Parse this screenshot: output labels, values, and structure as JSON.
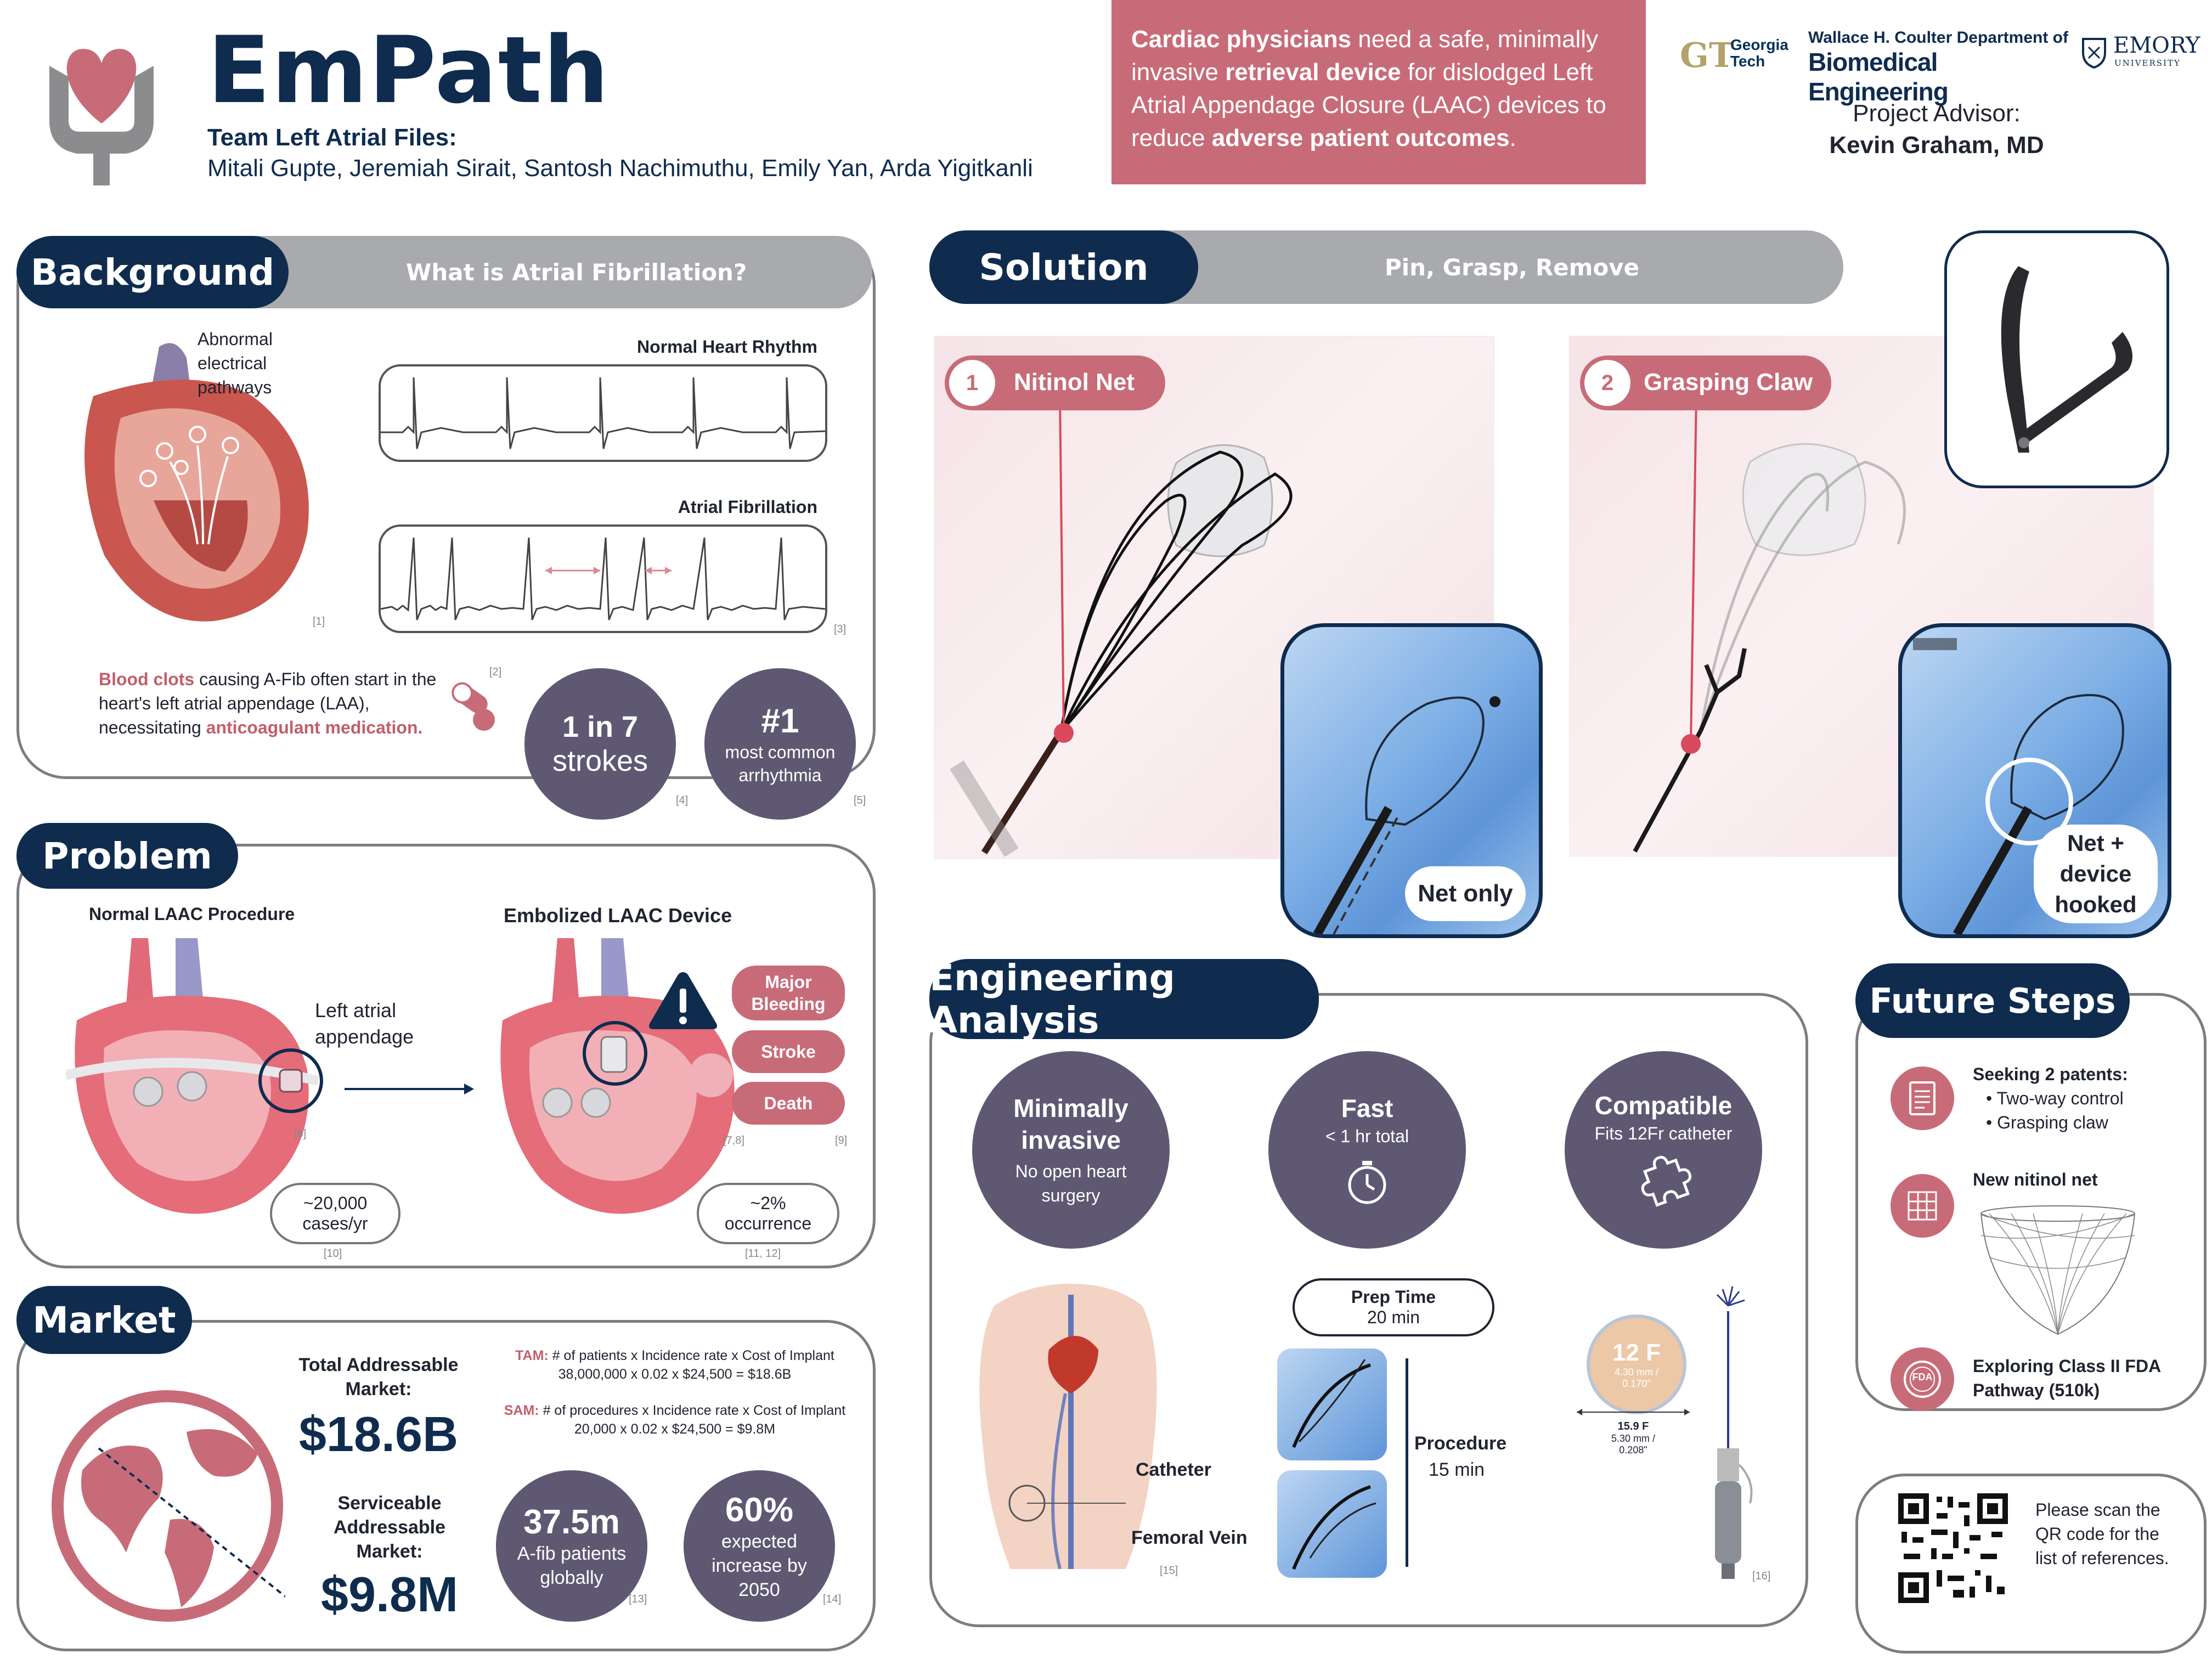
{
  "header": {
    "title": "EmPath",
    "team_label": "Team Left Atrial Files:",
    "members": "Mitali Gupte, Jeremiah Sirait, Santosh Nachimuthu, Emily Yan, Arda Yigitkanli",
    "need_statement": {
      "part1": "Cardiac physicians",
      "part2": " need a safe, minimally invasive ",
      "part3": "retrieval device",
      "part4": " for dislodged Left Atrial Appendage Closure (LAAC) devices to reduce ",
      "part5": "adverse patient outcomes",
      "part6": "."
    },
    "logos": {
      "gt_line1": "Georgia",
      "gt_line2": "Tech",
      "coulter_line1": "Wallace H. Coulter Department of",
      "coulter_line2": "Biomedical Engineering",
      "emory_line1": "EMORY",
      "emory_line2": "UNIVERSITY"
    },
    "advisor_label": "Project Advisor:",
    "advisor_name": "Kevin Graham, MD"
  },
  "background": {
    "heading": "Background",
    "subheading": "What is Atrial Fibrillation?",
    "heart_caption": "Abnormal electrical pathways",
    "ref1": "[1]",
    "normal_label": "Normal Heart Rhythm",
    "afib_label": "Atrial Fibrillation",
    "ref3": "[3]",
    "ref2": "[2]",
    "clots_part1": "Blood clots",
    "clots_part2": " causing A-Fib often start in the heart's left atrial appendage (LAA), necessitating ",
    "clots_part3": "anticoagulant medication.",
    "stat1_big": "1 in 7",
    "stat1_small": "strokes",
    "ref4": "[4]",
    "stat2_big": "#1",
    "stat2_small": "most common arrhythmia",
    "ref5": "[5]"
  },
  "problem": {
    "heading": "Problem",
    "normal_title": "Normal LAAC Procedure",
    "embolized_title": "Embolized LAAC Device",
    "laa_label": "Left atrial appendage",
    "ref6": "[6]",
    "ref78": "[7,8]",
    "ref9": "[9]",
    "outcomes": [
      "Major Bleeding",
      "Stroke",
      "Death"
    ],
    "cases_value": "~20,000",
    "cases_unit": "cases/yr",
    "ref10": "[10]",
    "occurrence_value": "~2%",
    "occurrence_unit": "occurrence",
    "ref1112": "[11, 12]"
  },
  "market": {
    "heading": "Market",
    "tam_label": "Total Addressable Market:",
    "tam_value": "$18.6B",
    "sam_label": "Serviceable Addressable Market:",
    "sam_value": "$9.8M",
    "tam_formula_label": "TAM:",
    "tam_formula": " # of patients x Incidence rate x Cost of Implant",
    "tam_calc": "38,000,000 x 0.02 x $24,500 = $18.6B",
    "sam_formula_label": "SAM:",
    "sam_formula": " # of procedures x Incidence rate x Cost of Implant",
    "sam_calc": "20,000 x 0.02 x $24,500 = $9.8M",
    "stat1_big": "37.5m",
    "stat1_small": "A-fib patients globally",
    "ref13": "[13]",
    "stat2_big": "60%",
    "stat2_small": "expected increase by 2050",
    "ref14": "[14]"
  },
  "solution": {
    "heading": "Solution",
    "subheading": "Pin, Grasp, Remove",
    "step1_num": "1",
    "step1_label": "Nitinol Net",
    "step2_num": "2",
    "step2_label": "Grasping Claw",
    "xray1_label": "Net only",
    "xray2_label": "Net + device hooked"
  },
  "engineering": {
    "heading": "Engineering Analysis",
    "c1_title": "Minimally invasive",
    "c1_sub": "No open heart surgery",
    "c2_title": "Fast",
    "c2_sub": "< 1 hr total",
    "c3_title": "Compatible",
    "c3_sub": "Fits 12Fr catheter",
    "prep_title": "Prep Time",
    "prep_value": "20 min",
    "procedure_title": "Procedure",
    "procedure_value": "15 min",
    "catheter_label": "Catheter",
    "femoral_label": "Femoral Vein",
    "ref15": "[15]",
    "gauge_big": "12 F",
    "gauge_small1": "4.30 mm /",
    "gauge_small2": "0.170\"",
    "gauge_dim1": "15.9 F",
    "gauge_dim2": "5.30 mm /",
    "gauge_dim3": "0.208\"",
    "ref16": "[16]"
  },
  "future": {
    "heading": "Future Steps",
    "patents_title": "Seeking 2 patents:",
    "patents": [
      "Two-way control",
      "Grasping claw"
    ],
    "net_title": "New nitinol net",
    "fda_text": "Exploring Class II FDA Pathway (510k)",
    "fda_badge": "FDA",
    "qr_text": "Please scan the QR code for the list of references."
  },
  "colors": {
    "navy": "#0f2c4f",
    "rose": "#c86b78",
    "purple": "#5f5873",
    "grey": "#a9aaad"
  }
}
